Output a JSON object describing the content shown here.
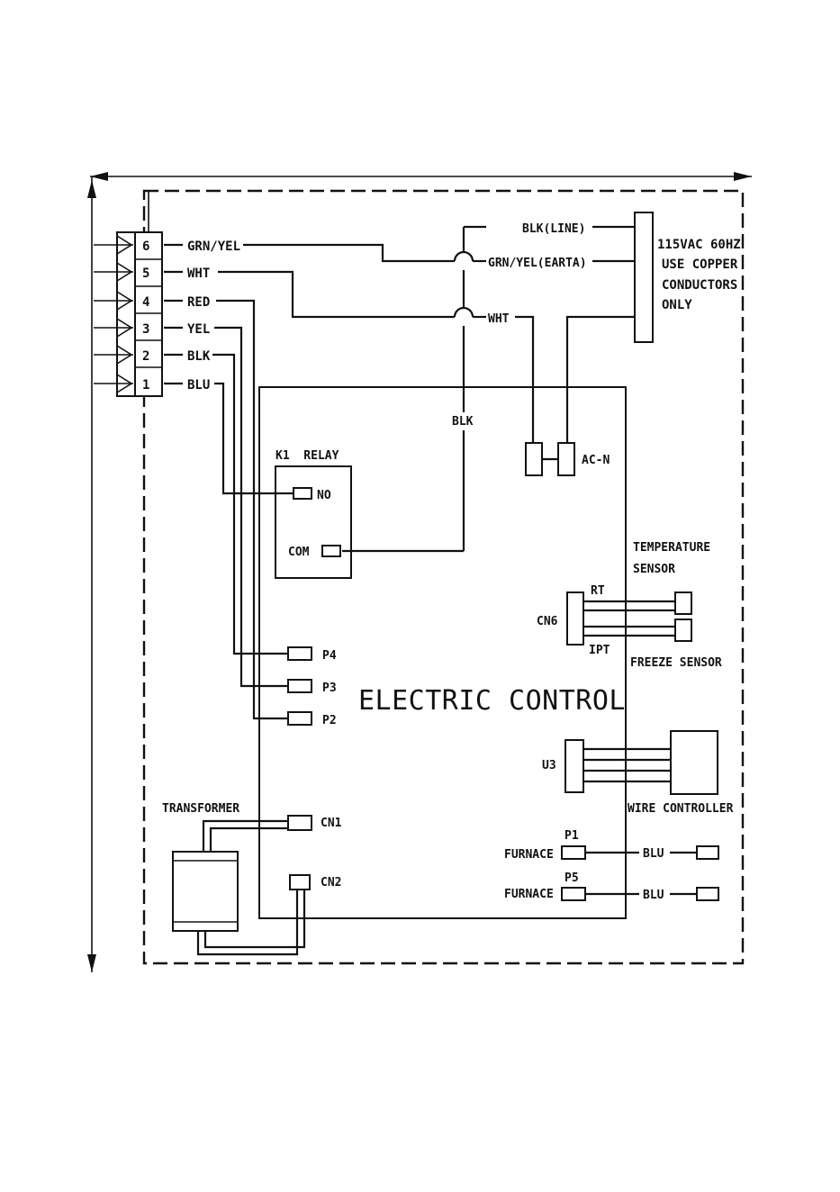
{
  "terminals": [
    "6",
    "5",
    "4",
    "3",
    "2",
    "1"
  ],
  "wires": {
    "t6": "GRN/YEL",
    "t5": "WHT",
    "t4": "RED",
    "t3": "YEL",
    "t2": "BLK",
    "t1": "BLU"
  },
  "power": {
    "line": "BLK(LINE)",
    "earth": "GRN/YEL(EARTA)",
    "neutral": "WHT",
    "note": [
      "115VAC 60HZ",
      "USE COPPER",
      "CONDUCTORS",
      "ONLY"
    ]
  },
  "control": {
    "title": "ELECTRIC CONTROL",
    "blk": "BLK",
    "acn": "AC-N",
    "relay": "K1  RELAY",
    "no": "NO",
    "com": "COM",
    "p4": "P4",
    "p3": "P3",
    "p2": "P2",
    "cn6": "CN6",
    "rt": "RT",
    "ipt": "IPT",
    "temp_sensor": [
      "TEMPERATURE",
      "SENSOR"
    ],
    "freeze_sensor": "FREEZE SENSOR",
    "u3": "U3",
    "wire_controller": "WIRE CONTROLLER",
    "transformer": "TRANSFORMER",
    "cn1": "CN1",
    "cn2": "CN2",
    "p1": "P1",
    "p5": "P5",
    "furnace1": "FURNACE",
    "furnace2": "FURNACE",
    "blu1": "BLU",
    "blu2": "BLU"
  }
}
